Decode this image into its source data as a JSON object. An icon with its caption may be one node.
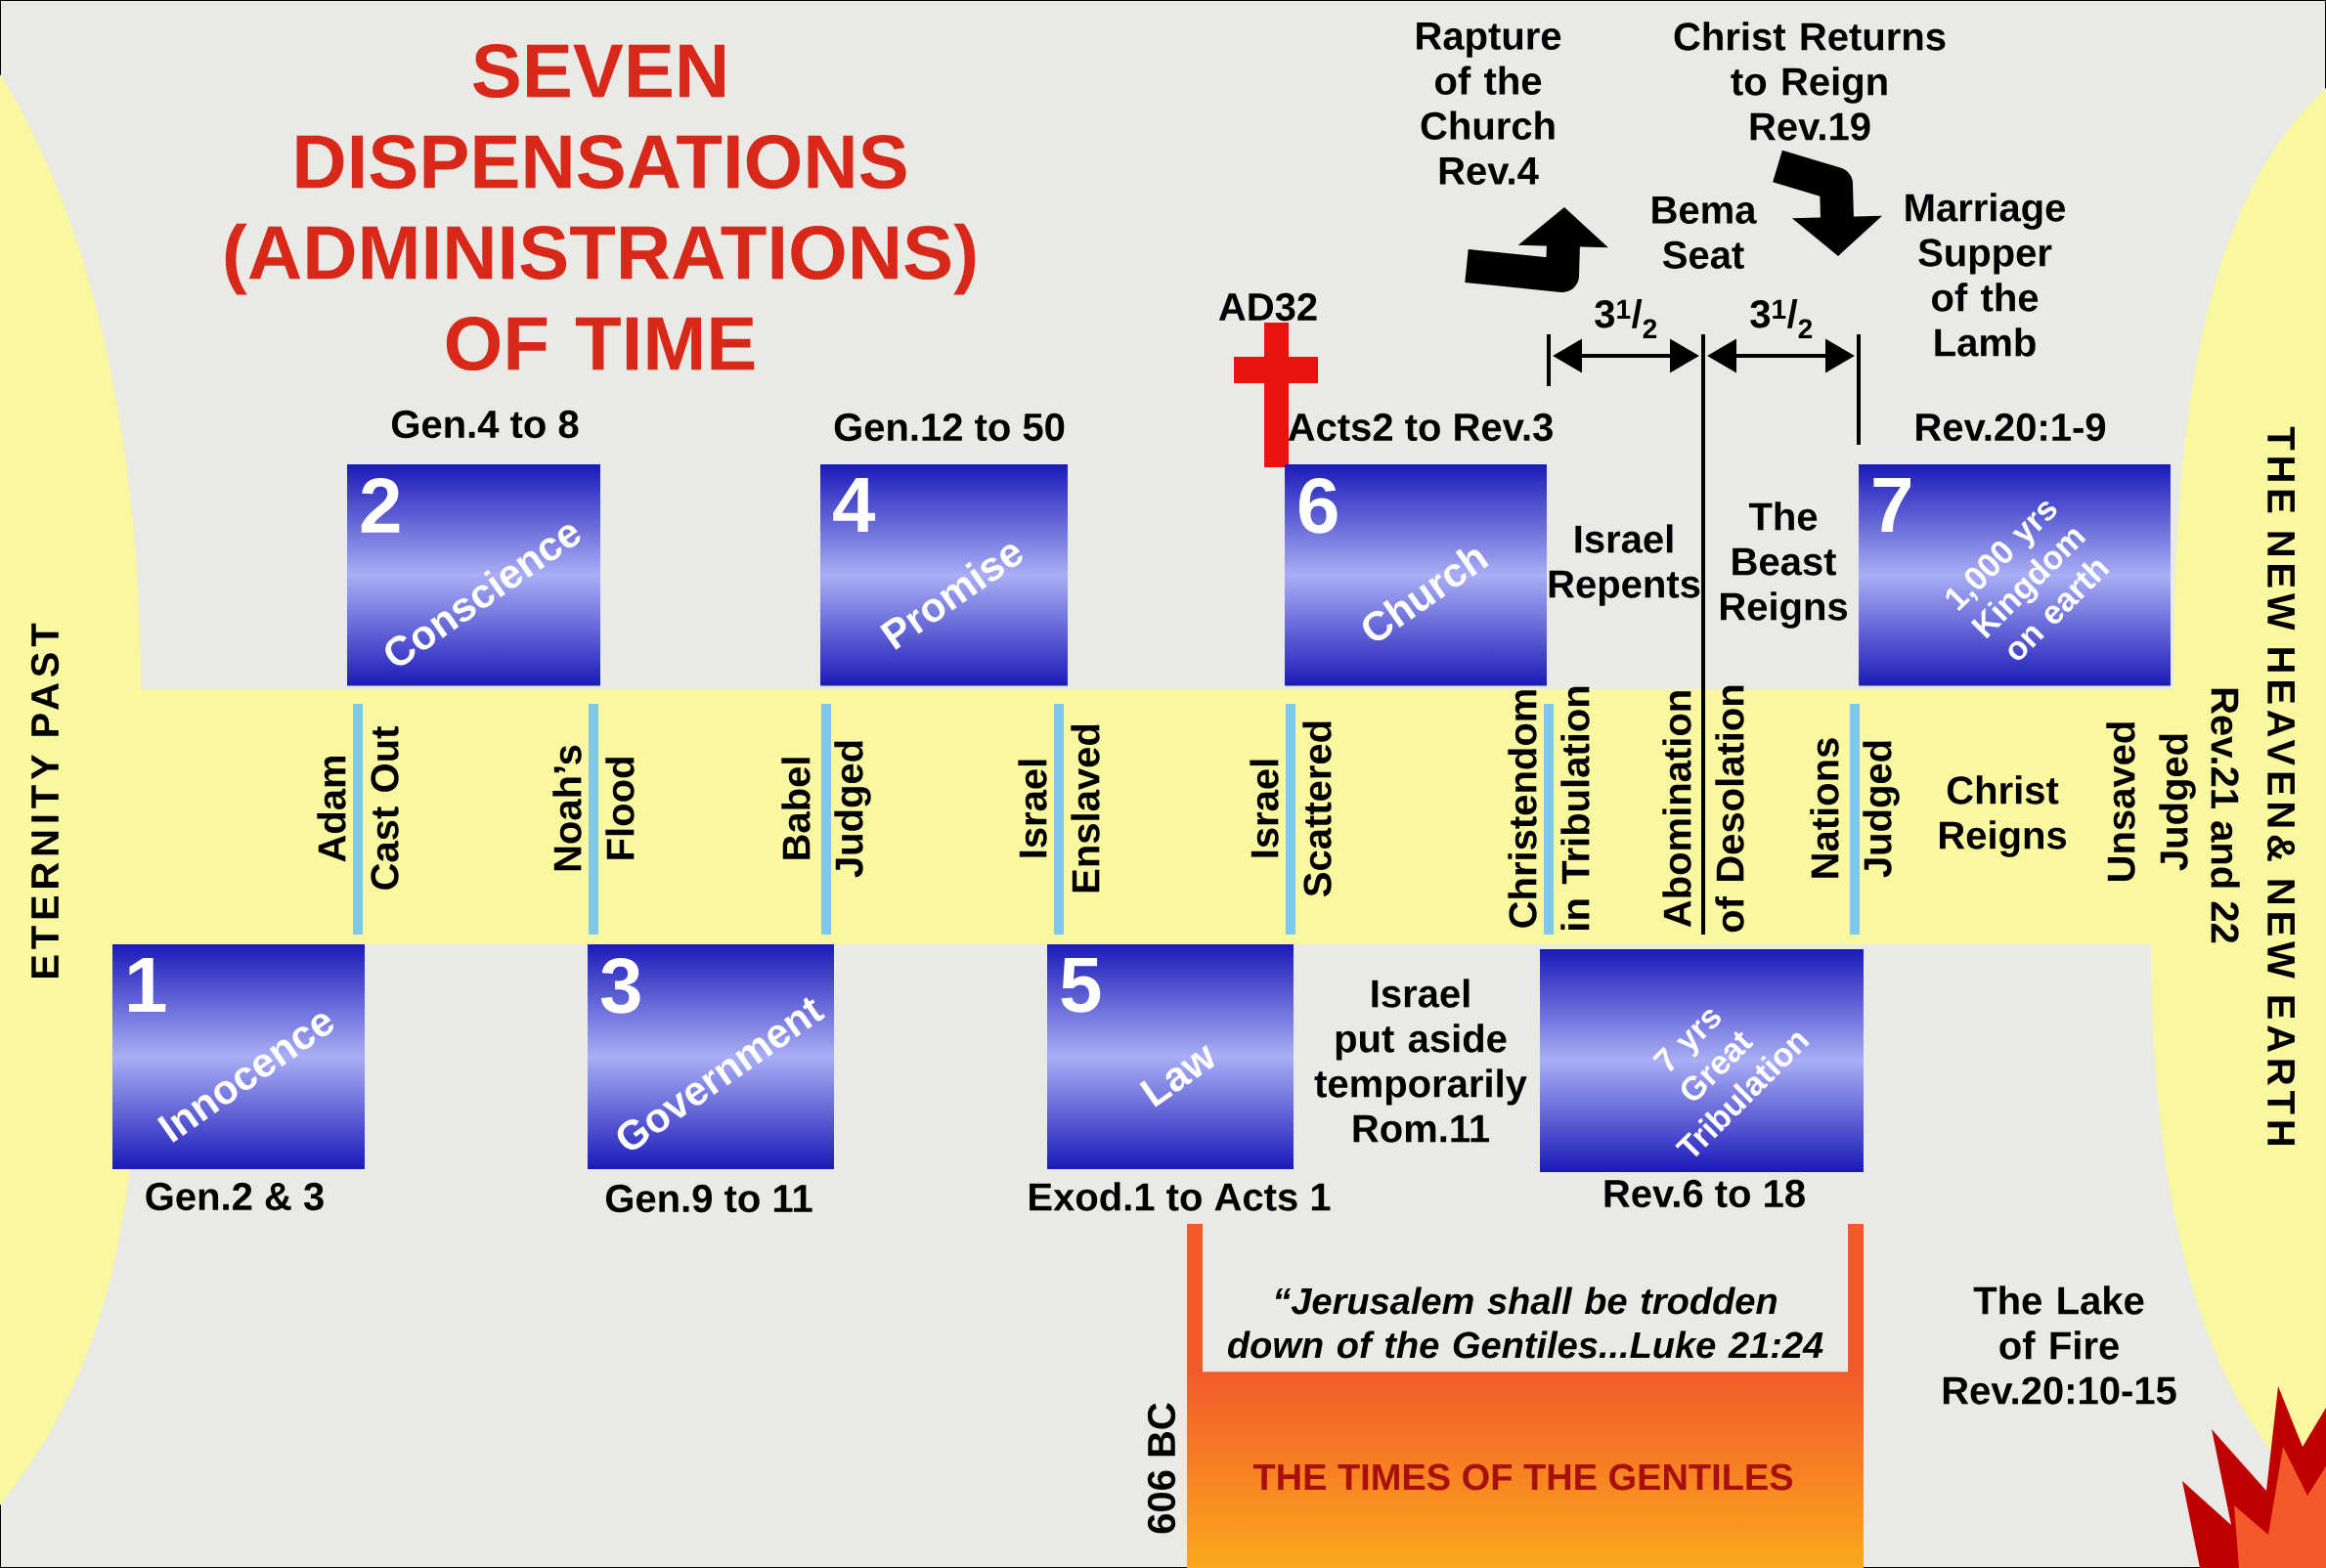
{
  "diagram": {
    "title": "SEVEN DISPENSATIONS (ADMINISTRATIONS) OF TIME",
    "nodes": [
      {
        "text": [
          "1",
          "Innocence"
        ],
        "beside": [
          "Gen.2 & 3"
        ]
      },
      {
        "text": [
          "2",
          "Conscience"
        ],
        "beside": [
          "Gen.4 to 8"
        ]
      },
      {
        "text": [
          "3",
          "Government"
        ],
        "beside": [
          "Gen.9 to 11"
        ]
      },
      {
        "text": [
          "4",
          "Promise"
        ],
        "beside": [
          "Gen.12 to 50"
        ]
      },
      {
        "text": [
          "5",
          "Law"
        ]
      },
      {
        "text": [
          "6",
          "Church"
        ],
        "beside": [
          "Acts2 to Rev.3"
        ]
      },
      {
        "text": [
          "7 yrs Great Tribulation"
        ],
        "beside": [
          "Rev.6 to 18"
        ]
      },
      {
        "text": [
          "7",
          "1,000 yrs Kingdom on earth"
        ],
        "beside": [
          "Rev.20:1-9"
        ]
      },
      {
        "text": [
          "“Jerusalem shall be trodden down of the Gentiles...Luke 21:24",
          "THE TIMES OF THE GENTILES"
        ],
        "beside": [
          "606 BC"
        ]
      }
    ],
    "labels": [
      "AD32",
      "Rapture of the Church Rev.4",
      "Christ Returns to Reign Rev.19",
      "Bema Seat",
      "Marriage Supper of the Lamb",
      "3$^{1}$/$_{2}$",
      "3$^{1}$/$_{2}$",
      "Israel Repents",
      "The Beast Reigns",
      "ETERNITY PAST",
      "Adam Cast Out",
      "Noah’s Flood",
      "Babel Judged",
      "Israel Enslaved",
      "Israel Scattered",
      "Christendom in Tribulation",
      "Abomination of Desolation",
      "Nations Judged",
      "Unsaved Judged",
      "Christ Reigns",
      "THE NEW HEAVEN& NEW EARTH",
      "Rev.21 and 22",
      "Israel put aside temporarily Rom.11",
      "The Lake of Fire Rev.20:10-15",
      "Exod.1 to Acts 1"
    ]
  }
}
